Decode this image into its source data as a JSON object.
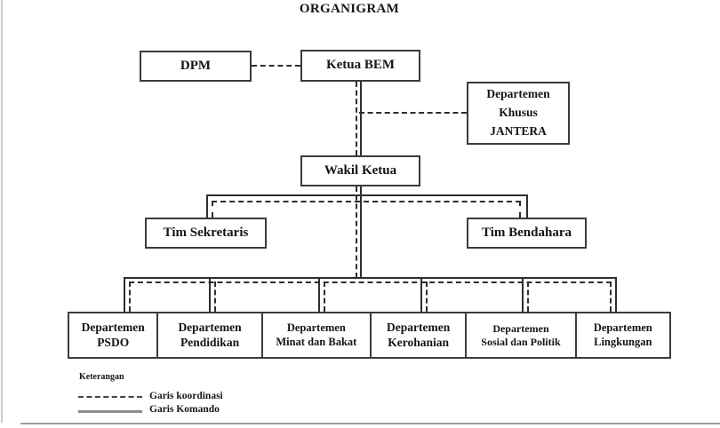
{
  "title": "ORGANIGRAM",
  "colors": {
    "line": "#2e2e2e",
    "box_border": "#3b3b3b",
    "legend_solid_sample": "#8c8c8c",
    "background": "#ffffff"
  },
  "nodes": {
    "dpm": "DPM",
    "ketua": "Ketua BEM",
    "jantera": [
      "Departemen",
      "Khusus",
      "JANTERA"
    ],
    "wakil": "Wakil Ketua",
    "sekretaris": "Tim Sekretaris",
    "bendahara": "Tim Bendahara"
  },
  "departments": [
    {
      "l1": "Departemen",
      "l2": "PSDO"
    },
    {
      "l1": "Departemen",
      "l2": "Pendidikan"
    },
    {
      "l1": "Departemen",
      "l2": "Minat dan Bakat"
    },
    {
      "l1": "Departemen",
      "l2": "Kerohanian"
    },
    {
      "l1": "Departemen",
      "l2": "Sosial dan Politik"
    },
    {
      "l1": "Departemen",
      "l2": "Lingkungan"
    }
  ],
  "legend": {
    "heading": "Keterangan",
    "dashed_label": "Garis koordinasi",
    "solid_label": "Garis Komando"
  }
}
